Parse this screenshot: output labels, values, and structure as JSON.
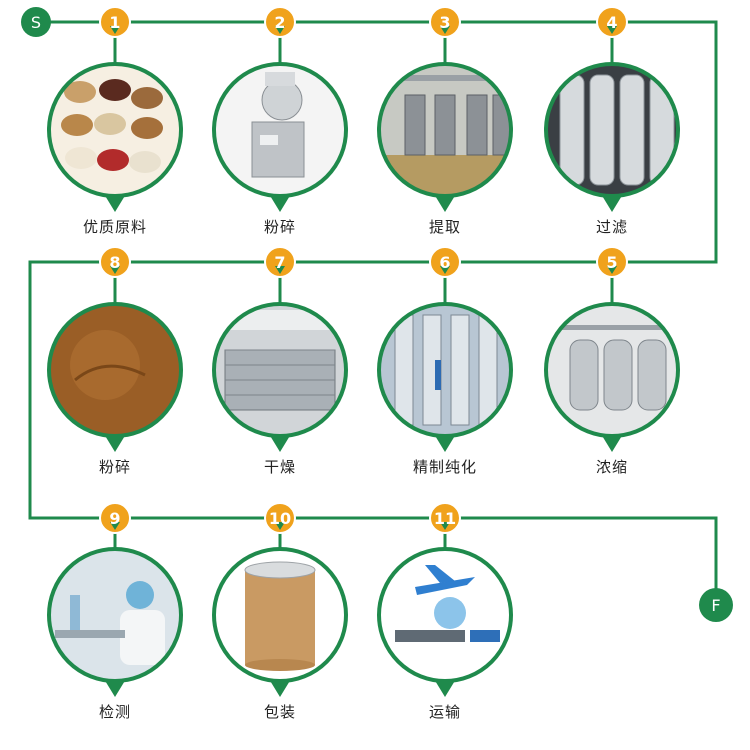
{
  "colors": {
    "line": "#1f8a4c",
    "badge": "#f0a21c",
    "badge_text": "#ffffff",
    "ring_fill": "#ffffff"
  },
  "start_label": "S",
  "end_label": "F",
  "steps": [
    {
      "number": "1",
      "label": "优质原料",
      "photo": "raw-herbs"
    },
    {
      "number": "2",
      "label": "粉碎",
      "photo": "grinder-machine"
    },
    {
      "number": "3",
      "label": "提取",
      "photo": "extraction-tanks"
    },
    {
      "number": "4",
      "label": "过滤",
      "photo": "filter-tanks"
    },
    {
      "number": "5",
      "label": "浓缩",
      "photo": "concentrator"
    },
    {
      "number": "6",
      "label": "精制纯化",
      "photo": "purification-column"
    },
    {
      "number": "7",
      "label": "干燥",
      "photo": "dryer"
    },
    {
      "number": "8",
      "label": "粉碎",
      "photo": "brown-powder"
    },
    {
      "number": "9",
      "label": "检测",
      "photo": "lab-testing"
    },
    {
      "number": "10",
      "label": "包装",
      "photo": "fiber-drum"
    },
    {
      "number": "11",
      "label": "运输",
      "photo": "plane-and-ship"
    }
  ]
}
